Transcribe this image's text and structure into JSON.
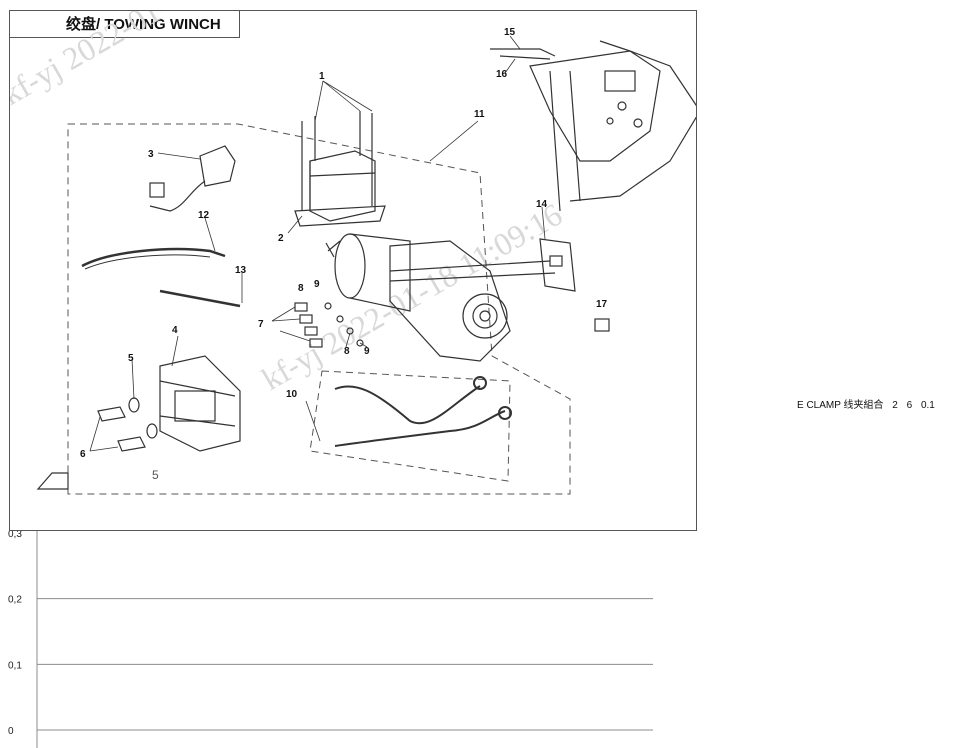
{
  "diagram": {
    "title": "绞盘/ TOWING WINCH",
    "watermark": "kf-yj 2022-01-18 11:09:16",
    "callouts": [
      "1",
      "2",
      "3",
      "4",
      "5",
      "6",
      "7",
      "8",
      "9",
      "10",
      "11",
      "12",
      "13",
      "14",
      "15",
      "16",
      "17"
    ],
    "extra_labels": {
      "five_small": "5"
    }
  },
  "side_row": {
    "part_name": "E CLAMP 线夹組合",
    "ref": "2",
    "qty": "6",
    "value": "0.1"
  },
  "chart_data": {
    "type": "bar",
    "yticks": [
      "0,3",
      "0,2",
      "0,1",
      "0"
    ],
    "ylim": [
      0,
      0.3
    ],
    "series": []
  },
  "colors": {
    "line": "#333333",
    "dash": "#555555",
    "grid": "#8c8c8c",
    "watermark": "#d8d8d8"
  }
}
